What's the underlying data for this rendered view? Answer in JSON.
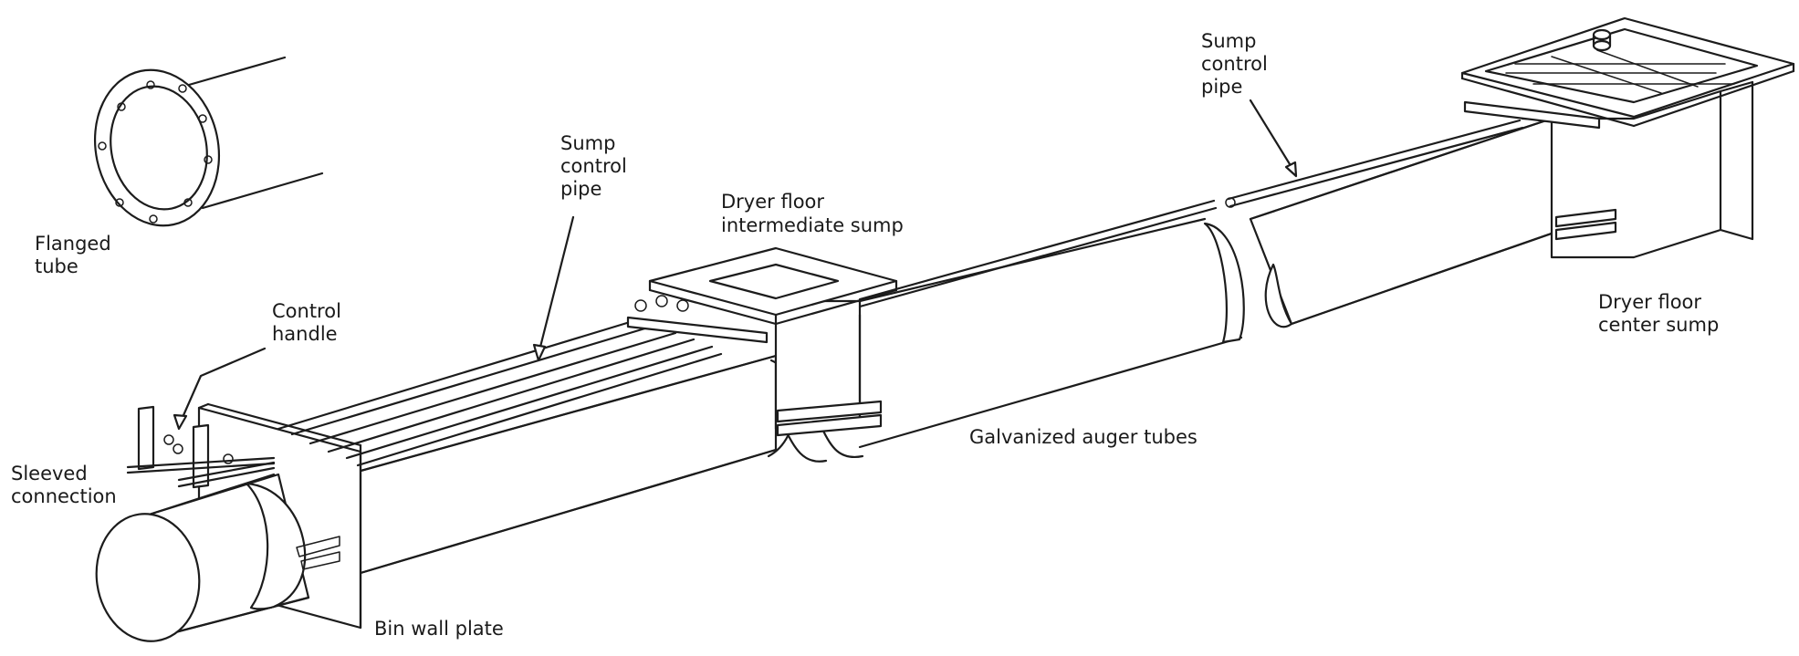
{
  "labels": {
    "flanged_tube": [
      "Flanged",
      "tube"
    ],
    "control_handle": [
      "Control",
      "handle"
    ],
    "sleeved_connection": [
      "Sleeved",
      "connection"
    ],
    "bin_wall_plate": [
      "Bin wall plate"
    ],
    "sump_control_pipe_left": [
      "Sump",
      "control",
      "pipe"
    ],
    "intermediate_sump": [
      "Dryer floor",
      "intermediate sump"
    ],
    "galvanized_tubes": [
      "Galvanized auger tubes"
    ],
    "sump_control_pipe_right": [
      "Sump",
      "control",
      "pipe"
    ],
    "center_sump": [
      "Dryer floor",
      "center sump"
    ]
  },
  "colors": {
    "stroke": "#1c1c1c",
    "text": "#1a1a1a",
    "background": "#ffffff"
  }
}
